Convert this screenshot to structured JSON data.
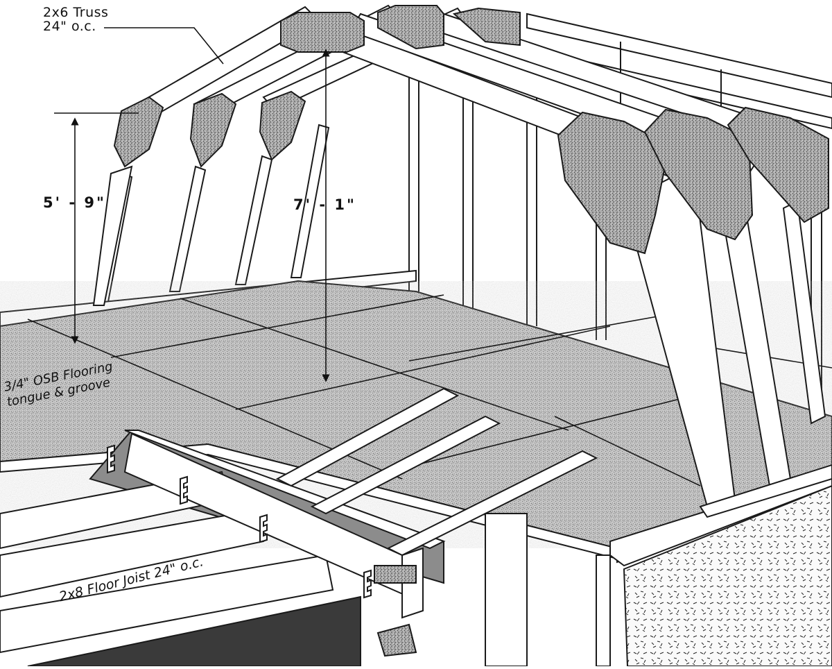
{
  "labels": {
    "truss_line1": "2x6 Truss",
    "truss_line2": "24\" o.c.",
    "wall_height": "5' - 9\"",
    "peak_height": "7' - 1\"",
    "flooring_line1": "3/4\" OSB Flooring",
    "flooring_line2": "tongue & groove",
    "floor_joist": "2x8 Floor Joist 24\" o.c."
  },
  "colors": {
    "line": "#1a1a1a",
    "speckle_fill": "#b9b9b9",
    "gusset_fill": "#9c9c9c",
    "shadow_fill": "#8a8a8a",
    "dark_shadow": "#3a3a3a",
    "lumber_fill": "#ffffff"
  }
}
